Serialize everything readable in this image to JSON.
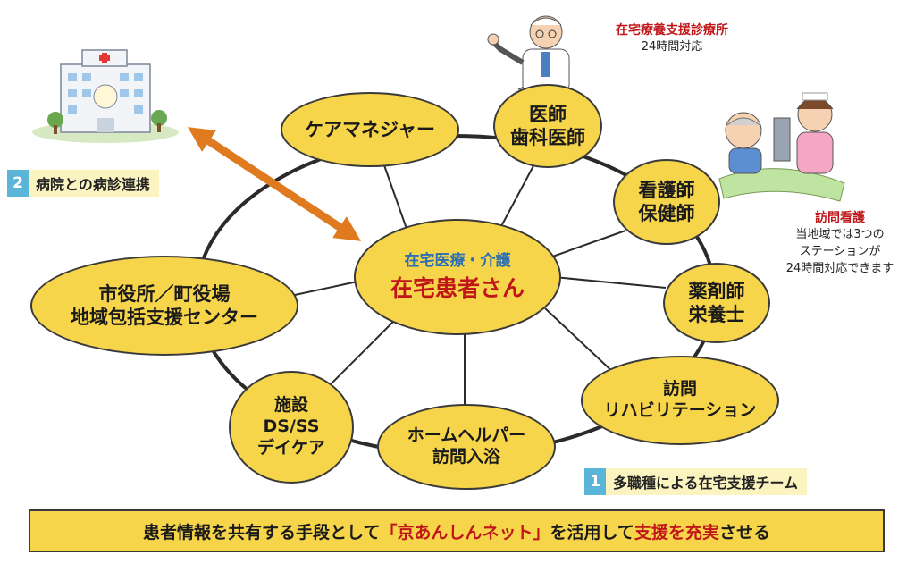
{
  "center": {
    "sub": "在宅医療・介護",
    "main": "在宅患者さん"
  },
  "nodes": {
    "care_manager": "ケアマネジャー",
    "doctor": {
      "line1": "医師",
      "line2": "歯科医師"
    },
    "nurse": {
      "line1": "看護師",
      "line2": "保健師"
    },
    "pharmacist": {
      "line1": "薬剤師",
      "line2": "栄養士"
    },
    "rehab": {
      "line1": "訪問",
      "line2": "リハビリテーション"
    },
    "helper": {
      "line1": "ホームヘルパー",
      "line2": "訪問入浴"
    },
    "facility": {
      "line1": "施設",
      "line2": "DS/SS",
      "line3": "デイケア"
    },
    "city": {
      "line1": "市役所／町役場",
      "line2": "地域包括支援センター"
    }
  },
  "labels": {
    "hospital": {
      "num": "2",
      "text": "病院との病診連携"
    },
    "team": {
      "num": "1",
      "text": "多職種による在宅支援チーム"
    }
  },
  "captions": {
    "clinic": {
      "title": "在宅療養支援診療所",
      "line": "24時間対応"
    },
    "visiting_nurse": {
      "title": "訪問看護",
      "line1": "当地域では3つの",
      "line2": "ステーションが",
      "line3": "24時間対応できます"
    }
  },
  "banner": {
    "part1": "患者情報を共有する手段として",
    "part2": "「京あんしんネット」",
    "part3": "を活用して",
    "part4": "支援を充実",
    "part5": "させる"
  },
  "colors": {
    "node_fill": "#f7d54a",
    "accent_red": "#c0161a",
    "accent_blue": "#2a6fb3",
    "arrow": "#e07a1f",
    "badge": "#5ab5d8"
  },
  "icons": [
    "hospital-building-icon",
    "doctor-icon",
    "nurse-patient-icon"
  ]
}
